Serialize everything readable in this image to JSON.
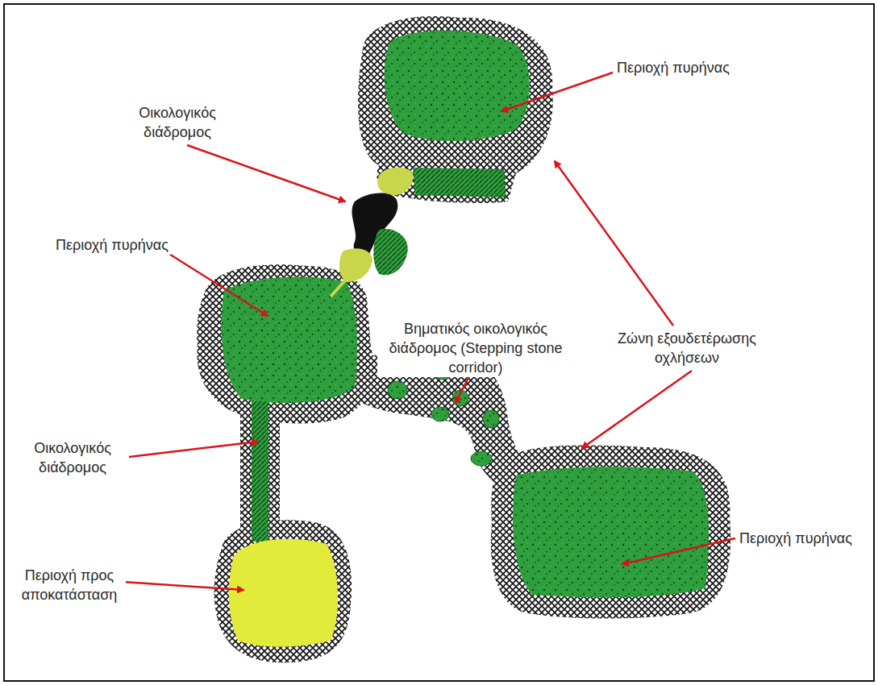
{
  "diagram": {
    "labels": [
      "Περιοχή πυρήνας",
      "Οικολογικός διάδρομος",
      "Περιοχή πυρήνας",
      "Βηματικός οικολογικός διάδρομος (Stepping stone corridor)",
      "Ζώνη εξουδετέρωσης οχλήσεων",
      "Οικολογικός διάδρομος",
      "Περιοχή πυρήνας",
      "Περιοχή προς αποκατάσταση"
    ]
  }
}
